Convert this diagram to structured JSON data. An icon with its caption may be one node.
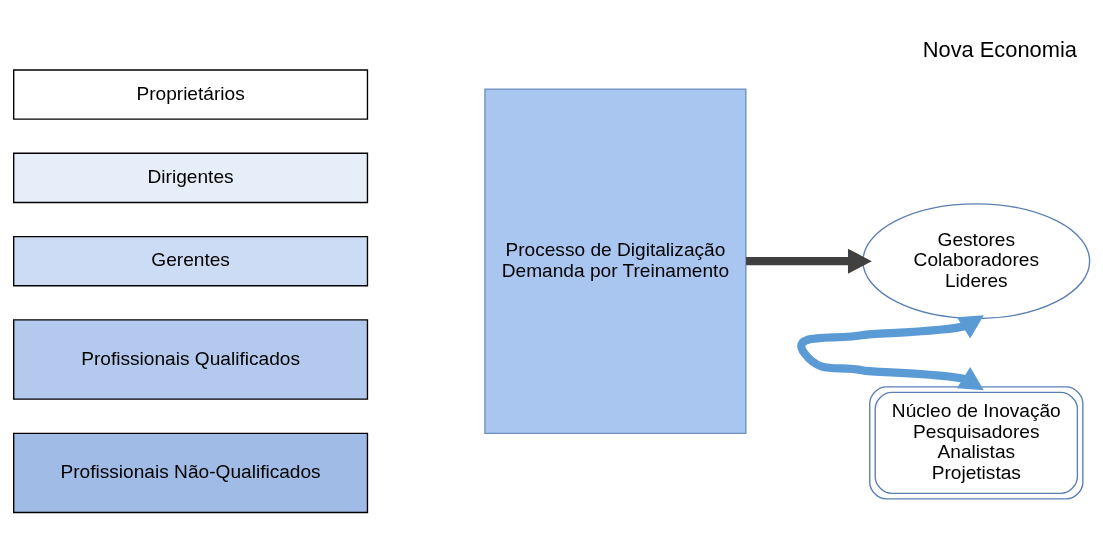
{
  "diagram": {
    "title": "Nova Economia",
    "nodes": [
      {
        "text": [
          "Proprietários"
        ]
      },
      {
        "text": [
          "Dirigentes"
        ]
      },
      {
        "text": [
          "Gerentes"
        ]
      },
      {
        "text": [
          "Profissionais Qualificados"
        ]
      },
      {
        "text": [
          "Profissionais Não-Qualificados"
        ]
      },
      {
        "text": [
          "Processo de Digitalização",
          "Demanda por Treinamento"
        ]
      },
      {
        "text": [
          "Gestores",
          "Colaboradores",
          "Lideres"
        ]
      },
      {
        "text": [
          "Núcleo de Inovação",
          "Pesquisadores",
          "Analistas",
          "Projetistas"
        ]
      }
    ],
    "edges": [
      {
        "from": 5,
        "to": 6,
        "arrow": "to",
        "color": "#404040"
      },
      {
        "from": 6,
        "to": 7,
        "arrow": "both",
        "color": "#5b9bd5"
      }
    ]
  }
}
